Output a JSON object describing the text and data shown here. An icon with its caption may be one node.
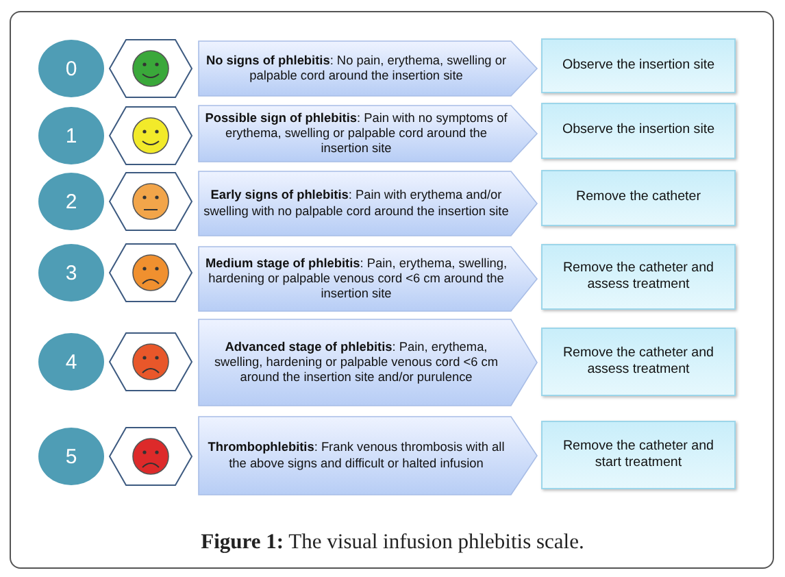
{
  "diagram": {
    "caption": "**Figure 1:** The visual infusion phlebitis scale.",
    "nodes": [
      {
        "text": [
          "0"
        ]
      },
      {
        "text": [],
        "shape": "hexagon"
      },
      {
        "text": [
          "**No signs of phlebitis**: No pain, erythema, swelling or palpable cord around the insertion site"
        ]
      },
      {
        "text": [
          "Observe the insertion site"
        ]
      },
      {
        "text": [
          "1"
        ]
      },
      {
        "text": [],
        "shape": "hexagon"
      },
      {
        "text": [
          "**Possible sign of phlebitis**: Pain with no symptoms of erythema, swelling or palpable cord around the insertion site"
        ]
      },
      {
        "text": [
          "Observe the insertion site"
        ]
      },
      {
        "text": [
          "2"
        ]
      },
      {
        "text": [],
        "shape": "hexagon"
      },
      {
        "text": [
          "**Early signs  of phlebitis**: Pain with erythema and/or swelling with no palpable cord around the insertion site"
        ]
      },
      {
        "text": [
          "Remove the catheter"
        ]
      },
      {
        "text": [
          "3"
        ]
      },
      {
        "text": [],
        "shape": "hexagon"
      },
      {
        "text": [
          "**Medium stage of phlebitis**: Pain, erythema, swelling, hardening or palpable venous cord <6 cm around the insertion site"
        ]
      },
      {
        "text": [
          "Remove the catheter and assess treatment"
        ]
      },
      {
        "text": [
          "4"
        ]
      },
      {
        "text": [],
        "shape": "hexagon"
      },
      {
        "text": [
          "**Advanced stage of phlebitis**: Pain, erythema, swelling, hardening or palpable venous cord <6 cm around the insertion site and/or purulence"
        ]
      },
      {
        "text": [
          "Remove the catheter and assess treatment"
        ]
      },
      {
        "text": [
          "5"
        ]
      },
      {
        "text": [],
        "shape": "hexagon"
      },
      {
        "text": [
          "**Thrombophlebitis**: Frank venous thrombosis with all the above signs and difficult or halted infusion"
        ]
      },
      {
        "text": [
          "Remove the catheter and start treatment"
        ]
      }
    ]
  }
}
